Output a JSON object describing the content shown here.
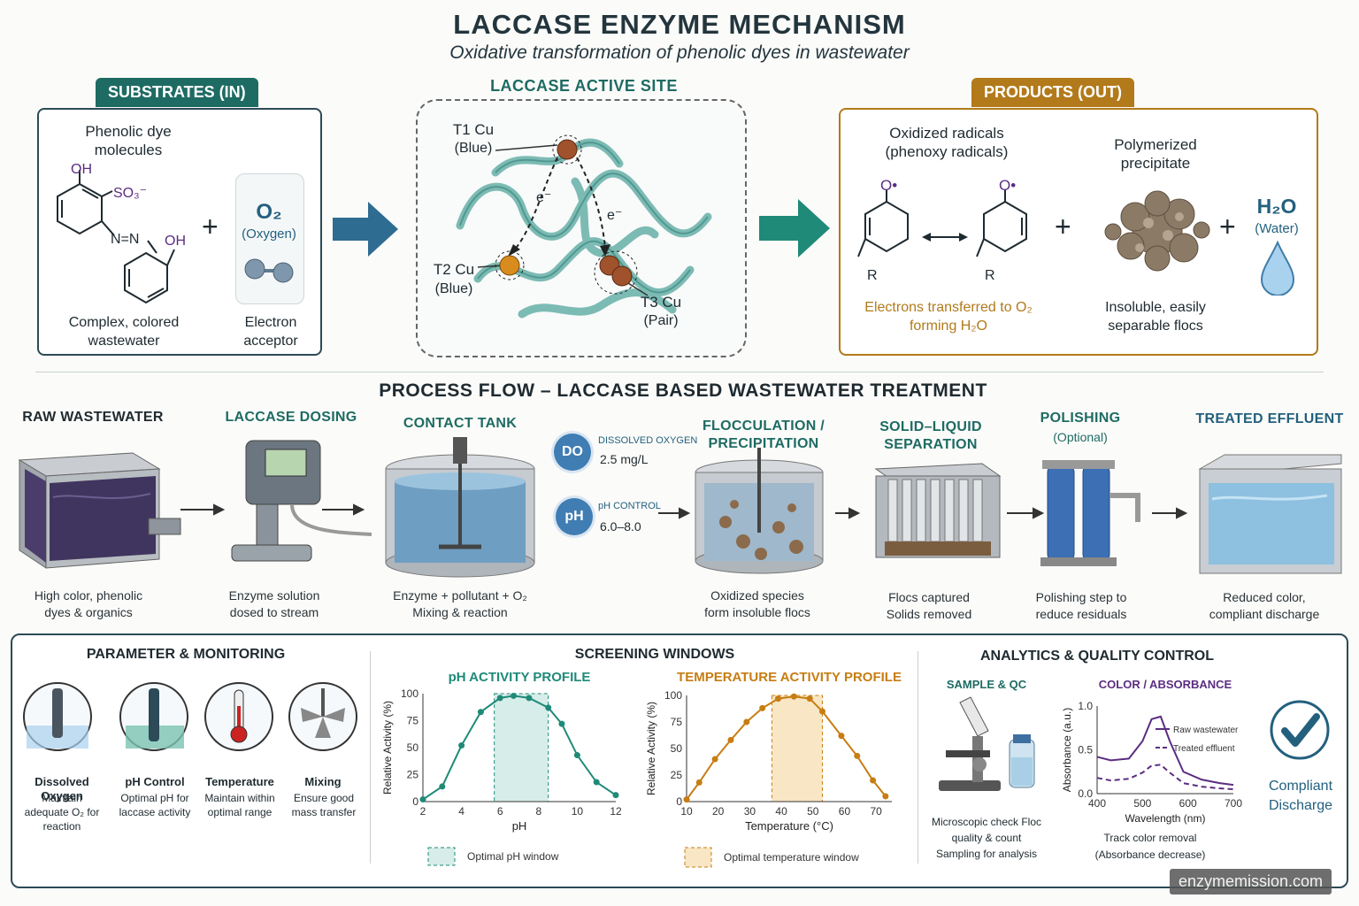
{
  "header": {
    "title": "LACCASE ENZYME MECHANISM",
    "subtitle": "Oxidative transformation of phenolic dyes in wastewater"
  },
  "substrates": {
    "tag": "SUBSTRATES (IN)",
    "dye_title": "Phenolic dye molecules",
    "oh1": "OH",
    "so3": "SO₃⁻",
    "azo": "N=N",
    "oh2": "OH",
    "dye_caption": "Complex, colored wastewater",
    "plus": "+",
    "o2": "O₂",
    "o2_name": "(Oxygen)",
    "o2_caption": "Electron acceptor"
  },
  "active_site": {
    "tag": "LACCASE ACTIVE SITE",
    "t1": "T1 Cu",
    "t1b": "(Blue)",
    "t2": "T2 Cu",
    "t2b": "(Blue)",
    "t3": "T3 Cu",
    "t3b": "(Pair)",
    "e1": "e⁻",
    "e2": "e⁻"
  },
  "products": {
    "tag": "PRODUCTS (OUT)",
    "rad_title": "Oxidized radicals (phenoxy radicals)",
    "o_rad": "O•",
    "r": "R",
    "rad_caption": "Electrons transferred to O₂ forming H₂O",
    "poly_title": "Polymerized precipitate",
    "poly_caption": "Insoluble, easily separable flocs",
    "plus": "+",
    "h2o": "H₂O",
    "h2o_name": "(Water)"
  },
  "process": {
    "title": "PROCESS FLOW – LACCASE BASED WASTEWATER TREATMENT",
    "steps": [
      {
        "title": "RAW WASTEWATER",
        "desc": "High color, phenolic dyes & organics"
      },
      {
        "title": "LACCASE DOSING",
        "desc": "Enzyme solution dosed to stream"
      },
      {
        "title": "CONTACT TANK",
        "desc": "Enzyme + pollutant + O₂ Mixing & reaction"
      },
      {
        "title": "FLOCCULATION / PRECIPITATION",
        "desc": "Oxidized species form insoluble flocs"
      },
      {
        "title": "SOLID–LIQUID SEPARATION",
        "desc": "Flocs captured Solids removed"
      },
      {
        "title": "POLISHING",
        "sub": "(Optional)",
        "desc": "Polishing step to reduce residuals"
      },
      {
        "title": "TREATED EFFLUENT",
        "desc": "Reduced color, compliant discharge"
      }
    ],
    "do": {
      "badge": "DO",
      "label": "DISSOLVED OXYGEN",
      "value": "2.5 mg/L"
    },
    "ph": {
      "badge": "pH",
      "label": "pH CONTROL",
      "value": "6.0–8.0"
    }
  },
  "monitoring": {
    "title": "PARAMETER & MONITORING",
    "items": [
      {
        "title": "Dissolved Oxygen",
        "desc": "Maintain adequate O₂ for reaction"
      },
      {
        "title": "pH Control",
        "desc": "Optimal pH for laccase activity"
      },
      {
        "title": "Temperature",
        "desc": "Maintain within optimal range"
      },
      {
        "title": "Mixing",
        "desc": "Ensure good mass transfer"
      }
    ]
  },
  "screening": {
    "title": "SCREENING WINDOWS"
  },
  "chart_data": [
    {
      "type": "line",
      "title": "pH ACTIVITY PROFILE",
      "xlabel": "pH",
      "ylabel": "Relative Activity (%)",
      "xlim": [
        2,
        12
      ],
      "ylim": [
        0,
        100
      ],
      "xticks": [
        2,
        4,
        6,
        8,
        10,
        12
      ],
      "yticks": [
        0,
        25,
        50,
        75,
        100
      ],
      "x": [
        2,
        3,
        4,
        5,
        6,
        6.7,
        7.5,
        8.5,
        9.2,
        10,
        11,
        12
      ],
      "y": [
        2,
        14,
        52,
        83,
        96,
        98,
        96,
        87,
        72,
        43,
        18,
        6
      ],
      "window": [
        5.7,
        8.5
      ],
      "legend": "Optimal pH window",
      "color": "#1f8a78"
    },
    {
      "type": "line",
      "title": "TEMPERATURE ACTIVITY PROFILE",
      "xlabel": "Temperature (°C)",
      "ylabel": "Relative Activity (%)",
      "xlim": [
        10,
        75
      ],
      "ylim": [
        0,
        100
      ],
      "xticks": [
        10,
        20,
        30,
        40,
        50,
        60,
        70
      ],
      "yticks": [
        0,
        25,
        50,
        75,
        100
      ],
      "x": [
        10,
        14,
        19,
        24,
        29,
        34,
        39,
        44,
        49,
        53,
        59,
        64,
        69,
        73
      ],
      "y": [
        2,
        18,
        40,
        58,
        75,
        88,
        97,
        99,
        97,
        85,
        62,
        43,
        20,
        5
      ],
      "window": [
        37,
        53
      ],
      "legend": "Optimal temperature window",
      "color": "#c77d12"
    },
    {
      "type": "line",
      "title": "COLOR / ABSORBANCE",
      "xlabel": "Wavelength (nm)",
      "ylabel": "Absorbance (a.u.)",
      "xlim": [
        400,
        700
      ],
      "ylim": [
        0,
        1.0
      ],
      "xticks": [
        400,
        500,
        600,
        700
      ],
      "yticks": [
        0.0,
        0.5,
        1.0
      ],
      "series": [
        {
          "name": "Raw wastewater",
          "x": [
            400,
            430,
            470,
            500,
            520,
            540,
            560,
            590,
            630,
            670,
            700
          ],
          "y": [
            0.42,
            0.38,
            0.4,
            0.6,
            0.85,
            0.88,
            0.6,
            0.25,
            0.16,
            0.12,
            0.1
          ]
        },
        {
          "name": "Treated effluent",
          "x": [
            400,
            430,
            470,
            500,
            520,
            540,
            560,
            590,
            630,
            670,
            700
          ],
          "y": [
            0.18,
            0.15,
            0.17,
            0.24,
            0.32,
            0.33,
            0.24,
            0.12,
            0.08,
            0.06,
            0.05
          ]
        }
      ]
    }
  ],
  "analytics": {
    "title": "ANALYTICS & QUALITY CONTROL",
    "sample_title": "SAMPLE & QC",
    "sample_desc": "Microscopic check Floc quality & count Sampling for analysis",
    "color_desc": "Track color removal (Absorbance decrease)",
    "compliant": "Compliant Discharge"
  },
  "watermark": "enzymemission.com",
  "colors": {
    "teal": "#1e6b63",
    "gold": "#b27a1a",
    "blue": "#23607e",
    "phTeal": "#1f8a78",
    "tempOrange": "#c77d12",
    "purple": "#5b2d82"
  }
}
